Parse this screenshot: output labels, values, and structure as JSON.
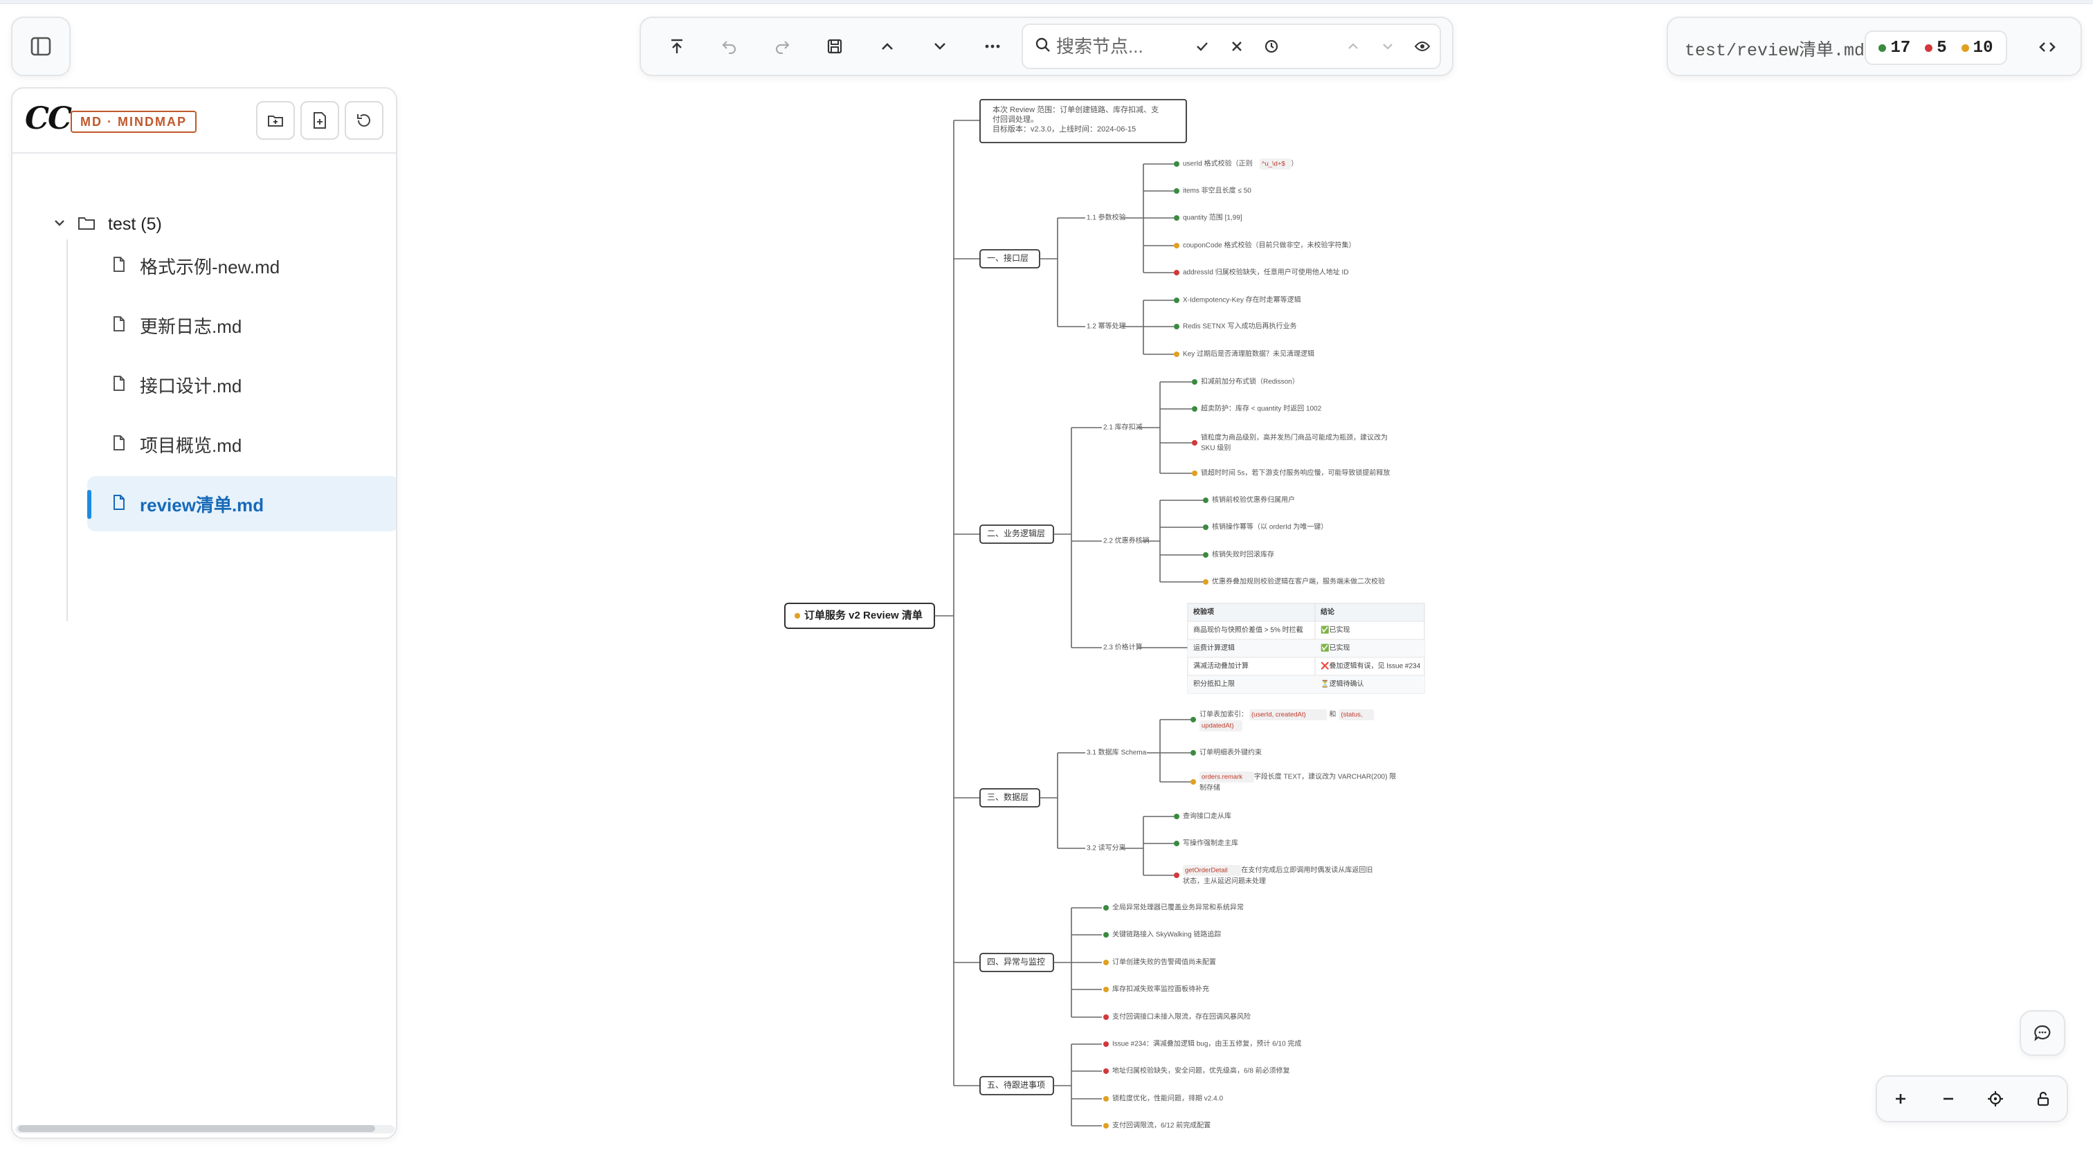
{
  "toolbar": {
    "search_placeholder": "搜索节点..."
  },
  "status": {
    "file_path": "test/review清单.md",
    "counts": {
      "green": "17",
      "red": "5",
      "yellow": "10"
    },
    "colors": {
      "green": "#3a8a3f",
      "red": "#d2383a",
      "yellow": "#e0a020"
    }
  },
  "sidebar": {
    "logo": "CC",
    "badge": "MD · MINDMAP",
    "folder": "test (5)",
    "files": [
      "格式示例-new.md",
      "更新日志.md",
      "接口设计.md",
      "项目概览.md",
      "review清单.md"
    ],
    "active_index": 4
  },
  "mindmap": {
    "root": "订单服务 v2 Review 清单",
    "note": [
      "本次 Review 范围：订单创建链路、库存扣减、支",
      "付回调处理。",
      "目标版本：v2.3.0，上线时间：2024-06-15"
    ],
    "sections": [
      {
        "title": "一、接口层",
        "groups": [
          {
            "title": "1.1 参数校验",
            "items": [
              {
                "text": "userId 格式校验（正则 ",
                "code": "^u_\\d+$",
                "after": "）",
                "color": "green"
              },
              {
                "text": "items 非空且长度 ≤ 50",
                "color": "green"
              },
              {
                "text": "quantity 范围 [1,99]",
                "color": "green"
              },
              {
                "text": "couponCode 格式校验（目前只做非空，未校验字符集）",
                "color": "yellow"
              },
              {
                "text": "addressId 归属校验缺失，任意用户可使用他人地址 ID",
                "color": "red"
              }
            ]
          },
          {
            "title": "1.2 幂等处理",
            "items": [
              {
                "text": "X-Idempotency-Key 存在时走幂等逻辑",
                "color": "green"
              },
              {
                "text": "Redis SETNX 写入成功后再执行业务",
                "color": "green"
              },
              {
                "text": "Key 过期后是否清理脏数据？未见清理逻辑",
                "color": "yellow"
              }
            ]
          }
        ]
      },
      {
        "title": "二、业务逻辑层",
        "groups": [
          {
            "title": "2.1 库存扣减",
            "items": [
              {
                "text": "扣减前加分布式锁（Redisson）",
                "color": "green"
              },
              {
                "text": "超卖防护：库存 < quantity 时返回 1002",
                "color": "green"
              },
              {
                "lines": [
                  "锁粒度为商品级别，高并发热门商品可能成为瓶颈，建议改为",
                  "SKU 级别"
                ],
                "color": "red"
              },
              {
                "text": "锁超时时间 5s，若下游支付服务响应慢，可能导致锁提前释放",
                "color": "yellow"
              }
            ]
          },
          {
            "title": "2.2 优惠券核销",
            "items": [
              {
                "text": "核销前校验优惠券归属用户",
                "color": "green"
              },
              {
                "text": "核销操作幂等（以 orderId 为唯一键）",
                "color": "green"
              },
              {
                "text": "核销失败时回滚库存",
                "color": "green"
              },
              {
                "text": "优惠券叠加规则校验逻辑在客户端，服务端未做二次校验",
                "color": "yellow"
              }
            ]
          },
          {
            "title": "2.3 价格计算",
            "table": {
              "headers": [
                "校验项",
                "结论"
              ],
              "rows": [
                [
                  "商品现价与快照价差值 > 5% 时拦截",
                  "✅已实现"
                ],
                [
                  "运费计算逻辑",
                  "✅已实现"
                ],
                [
                  "满减活动叠加计算",
                  "❌叠加逻辑有误，见 Issue #234"
                ],
                [
                  "积分抵扣上限",
                  "⏳逻辑待确认"
                ]
              ]
            }
          }
        ]
      },
      {
        "title": "三、数据层",
        "groups": [
          {
            "title": "3.1 数据库 Schema",
            "items": [
              {
                "lines": [
                  "订单表加索引：",
                  "updatedAt)"
                ],
                "codes": [
                  "(userId, createdAt)",
                  "和",
                  "(status,"
                ],
                "color": "green"
              },
              {
                "text": "订单明细表外键约束",
                "color": "green"
              },
              {
                "code": "orders.remark",
                "text": " 字段长度 TEXT，建议改为 VARCHAR(200) 限",
                "line2": "制存储",
                "color": "yellow"
              }
            ]
          },
          {
            "title": "3.2 读写分离",
            "items": [
              {
                "text": "查询接口走从库",
                "color": "green"
              },
              {
                "text": "写操作强制走主库",
                "color": "green"
              },
              {
                "code": "getOrderDetail",
                "text": " 在支付完成后立即调用时偶发读从库返回旧",
                "line2": "状态，主从延迟问题未处理",
                "color": "red"
              }
            ]
          }
        ]
      },
      {
        "title": "四、异常与监控",
        "items": [
          {
            "text": "全局异常处理器已覆盖业务异常和系统异常",
            "color": "green"
          },
          {
            "text": "关键链路接入 SkyWalking 链路追踪",
            "color": "green"
          },
          {
            "text": "订单创建失败的告警阈值尚未配置",
            "color": "yellow"
          },
          {
            "text": "库存扣减失败率监控面板待补充",
            "color": "yellow"
          },
          {
            "text": "支付回调接口未接入限流，存在回调风暴风险",
            "color": "red"
          }
        ]
      },
      {
        "title": "五、待跟进事项",
        "items": [
          {
            "text": "Issue #234：满减叠加逻辑 bug，由王五修复，预计 6/10 完成",
            "color": "red"
          },
          {
            "text": "地址归属校验缺失，安全问题，优先级高，6/8 前必须修复",
            "color": "red"
          },
          {
            "text": "锁粒度优化，性能问题，排期 v2.4.0",
            "color": "yellow"
          },
          {
            "text": "支付回调限流，6/12 前完成配置",
            "color": "yellow"
          }
        ]
      }
    ]
  }
}
